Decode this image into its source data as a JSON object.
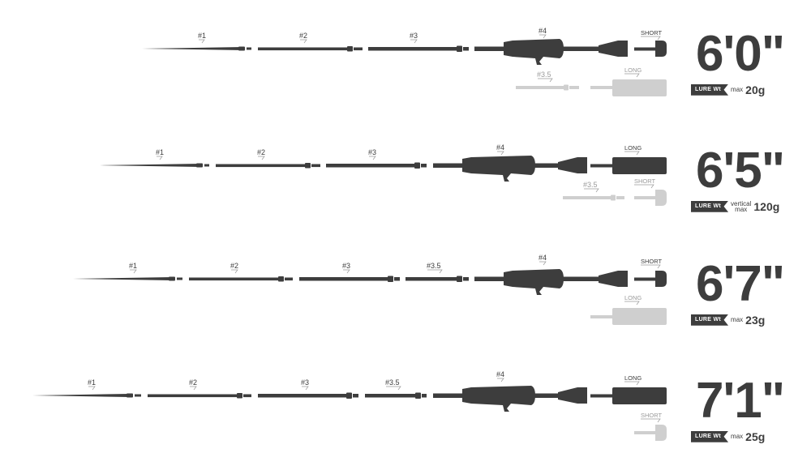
{
  "colors": {
    "dark": "#3d3d3d",
    "light": "#cfcfcf",
    "text": "#3d3d3d",
    "leader": "#9a9a9a"
  },
  "rows": [
    {
      "length": "6'0\"",
      "lure_badge": "LURE Wt",
      "lure_max": "max",
      "lure_value": "20g",
      "sections": {
        "s1": "#1",
        "s2": "#2",
        "s3": "#3",
        "s4": "#4"
      },
      "extras": {
        "top_butt": "SHORT",
        "alt_section": "#3.5",
        "alt_butt": "LONG"
      }
    },
    {
      "length": "6'5\"",
      "lure_badge": "LURE Wt",
      "lure_max_line1": "vertical",
      "lure_max_line2": "max",
      "lure_value": "120g",
      "sections": {
        "s1": "#1",
        "s2": "#2",
        "s3": "#3",
        "s4": "#4"
      },
      "extras": {
        "top_butt": "LONG",
        "alt_section": "#3.5",
        "alt_butt": "SHORT"
      }
    },
    {
      "length": "6'7\"",
      "lure_badge": "LURE Wt",
      "lure_max": "max",
      "lure_value": "23g",
      "sections": {
        "s1": "#1",
        "s2": "#2",
        "s3": "#3",
        "s35": "#3.5",
        "s4": "#4"
      },
      "extras": {
        "top_butt": "SHORT",
        "alt_butt": "LONG"
      }
    },
    {
      "length": "7'1\"",
      "lure_badge": "LURE Wt",
      "lure_max": "max",
      "lure_value": "25g",
      "sections": {
        "s1": "#1",
        "s2": "#2",
        "s3": "#3",
        "s35": "#3.5",
        "s4": "#4"
      },
      "extras": {
        "top_butt": "LONG",
        "alt_butt": "SHORT"
      }
    }
  ]
}
